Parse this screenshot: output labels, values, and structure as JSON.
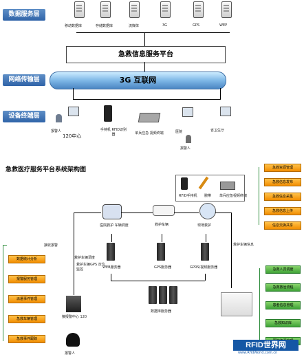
{
  "top_diagram": {
    "layers": [
      "数据服务层",
      "网络传输层",
      "设备终端层"
    ],
    "servers": [
      "移动数据库",
      "存储数据库",
      "流媒体",
      "3G",
      "GPS",
      "WEP"
    ],
    "platform": "急救信息服务平台",
    "network": "3G    互联网",
    "devices": {
      "caller_left": "报警人",
      "center": "120中心",
      "handheld": "手持机 RFID识别器",
      "video_box": "单兵应急 视频终端",
      "hospital": "医院",
      "caller_mid": "报警人",
      "health_dept": "省卫生厅"
    }
  },
  "title": "急救医疗服务平台系统架构图",
  "bottom_diagram": {
    "devices_top_labels": [
      "RFID手持机",
      "腕带",
      "单兵应急视频终端"
    ],
    "rescue_labels": [
      "医院救护 车辆调度",
      "救护车辆",
      "现场救护"
    ],
    "server_labels": [
      "WEB服务器",
      "GPS服务器",
      "GPRS/视频服务器",
      "数据库服务器"
    ],
    "left_labels": [
      "数据统计分析",
      "报警服务管理",
      "派遣事件管理",
      "急救车辆管理",
      "急救事件跟踪"
    ],
    "right_labels": [
      "急救资源管理",
      "急救信息发布",
      "急救信息采集",
      "急救信息上传",
      "信息交换共享"
    ],
    "right_green_labels": [
      "急救人员调度",
      "急救救治流程",
      "患者信息管理",
      "急救知识库",
      "医院资源管理"
    ],
    "center_120": "接报警中心 120",
    "caller": "报警人",
    "annot": [
      "接收报警",
      "救护车辆调度",
      "救护车辆GPS 定位监控",
      "救护车辆信息"
    ]
  },
  "watermark": {
    "text": "RFID世界网",
    "url": "www.RfidWorld.com.cn"
  }
}
